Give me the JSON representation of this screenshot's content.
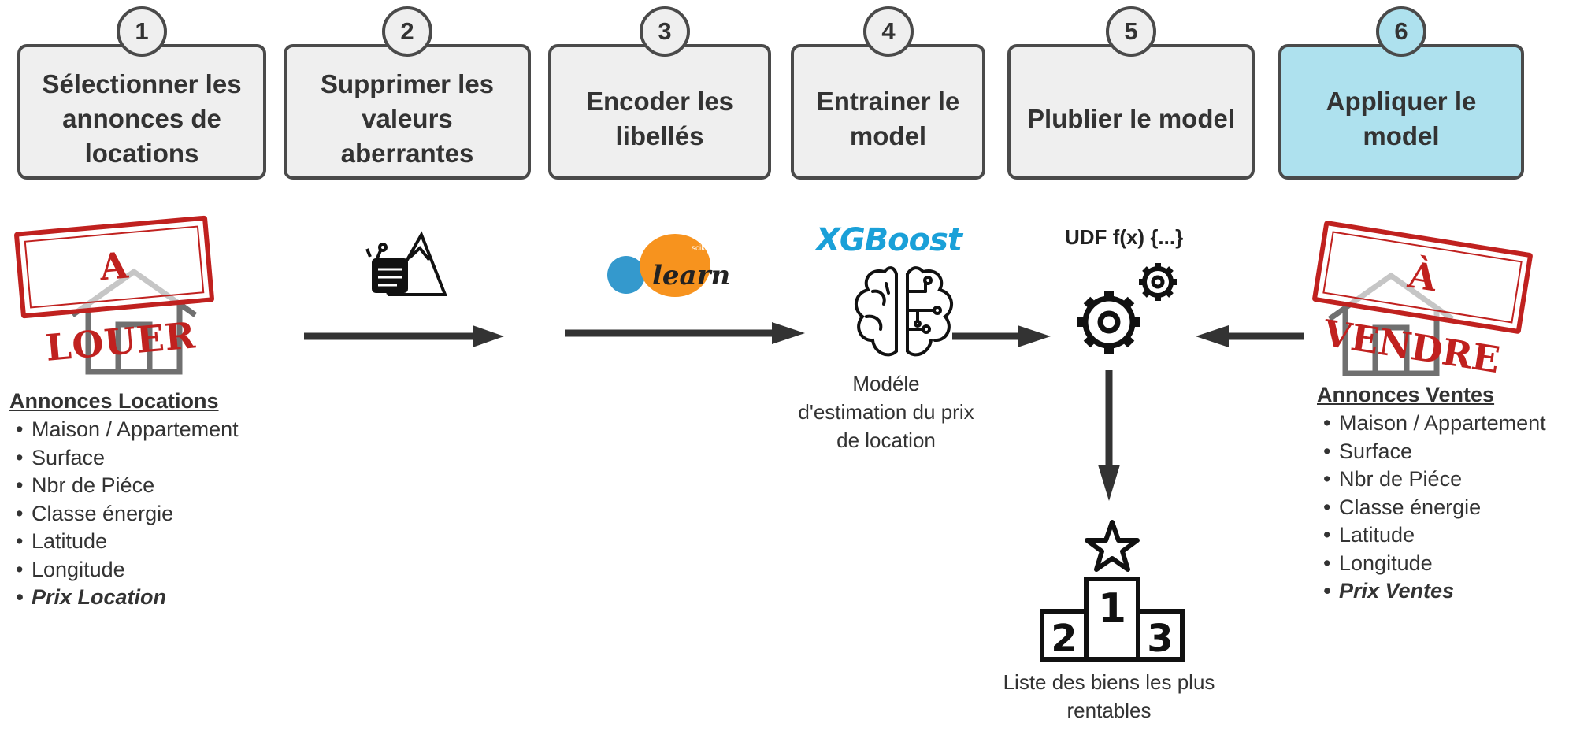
{
  "steps": [
    {
      "num": "1",
      "label": "Sélectionner les annonces de locations"
    },
    {
      "num": "2",
      "label": "Supprimer les valeurs aberrantes"
    },
    {
      "num": "3",
      "label": "Encoder les libellés"
    },
    {
      "num": "4",
      "label": "Entrainer le model"
    },
    {
      "num": "5",
      "label": "Plublier le model"
    },
    {
      "num": "6",
      "label": "Appliquer le model"
    }
  ],
  "rental": {
    "stamp": "A LOUER",
    "title": "Annonces Locations",
    "features": [
      "Maison / Appartement",
      "Surface",
      "Nbr de Piéce",
      "Classe énergie",
      "Latitude",
      "Longitude"
    ],
    "target": "Prix Location"
  },
  "sales": {
    "stamp": "À VENDRE",
    "title": "Annonces Ventes",
    "features": [
      "Maison / Appartement",
      "Surface",
      "Nbr de Piéce",
      "Classe énergie",
      "Latitude",
      "Longitude"
    ],
    "target": "Prix Ventes"
  },
  "logos": {
    "scikit_small": "scikit",
    "scikit_main": "learn",
    "xgboost": "XGBoost"
  },
  "model_caption": "Modéle d'estimation du prix de location",
  "udf_label": "UDF f(x) {...}",
  "result_caption": "Liste des biens les plus rentables",
  "podium": [
    "2",
    "1",
    "3"
  ],
  "colors": {
    "box_fill": "#efefef",
    "box_active": "#aee1ee",
    "border": "#4a4a4a",
    "stamp_red": "#c0211f",
    "xgboost_blue": "#1aa0d8",
    "sklearn_orange": "#f7931e",
    "sklearn_blue": "#3499cd"
  }
}
